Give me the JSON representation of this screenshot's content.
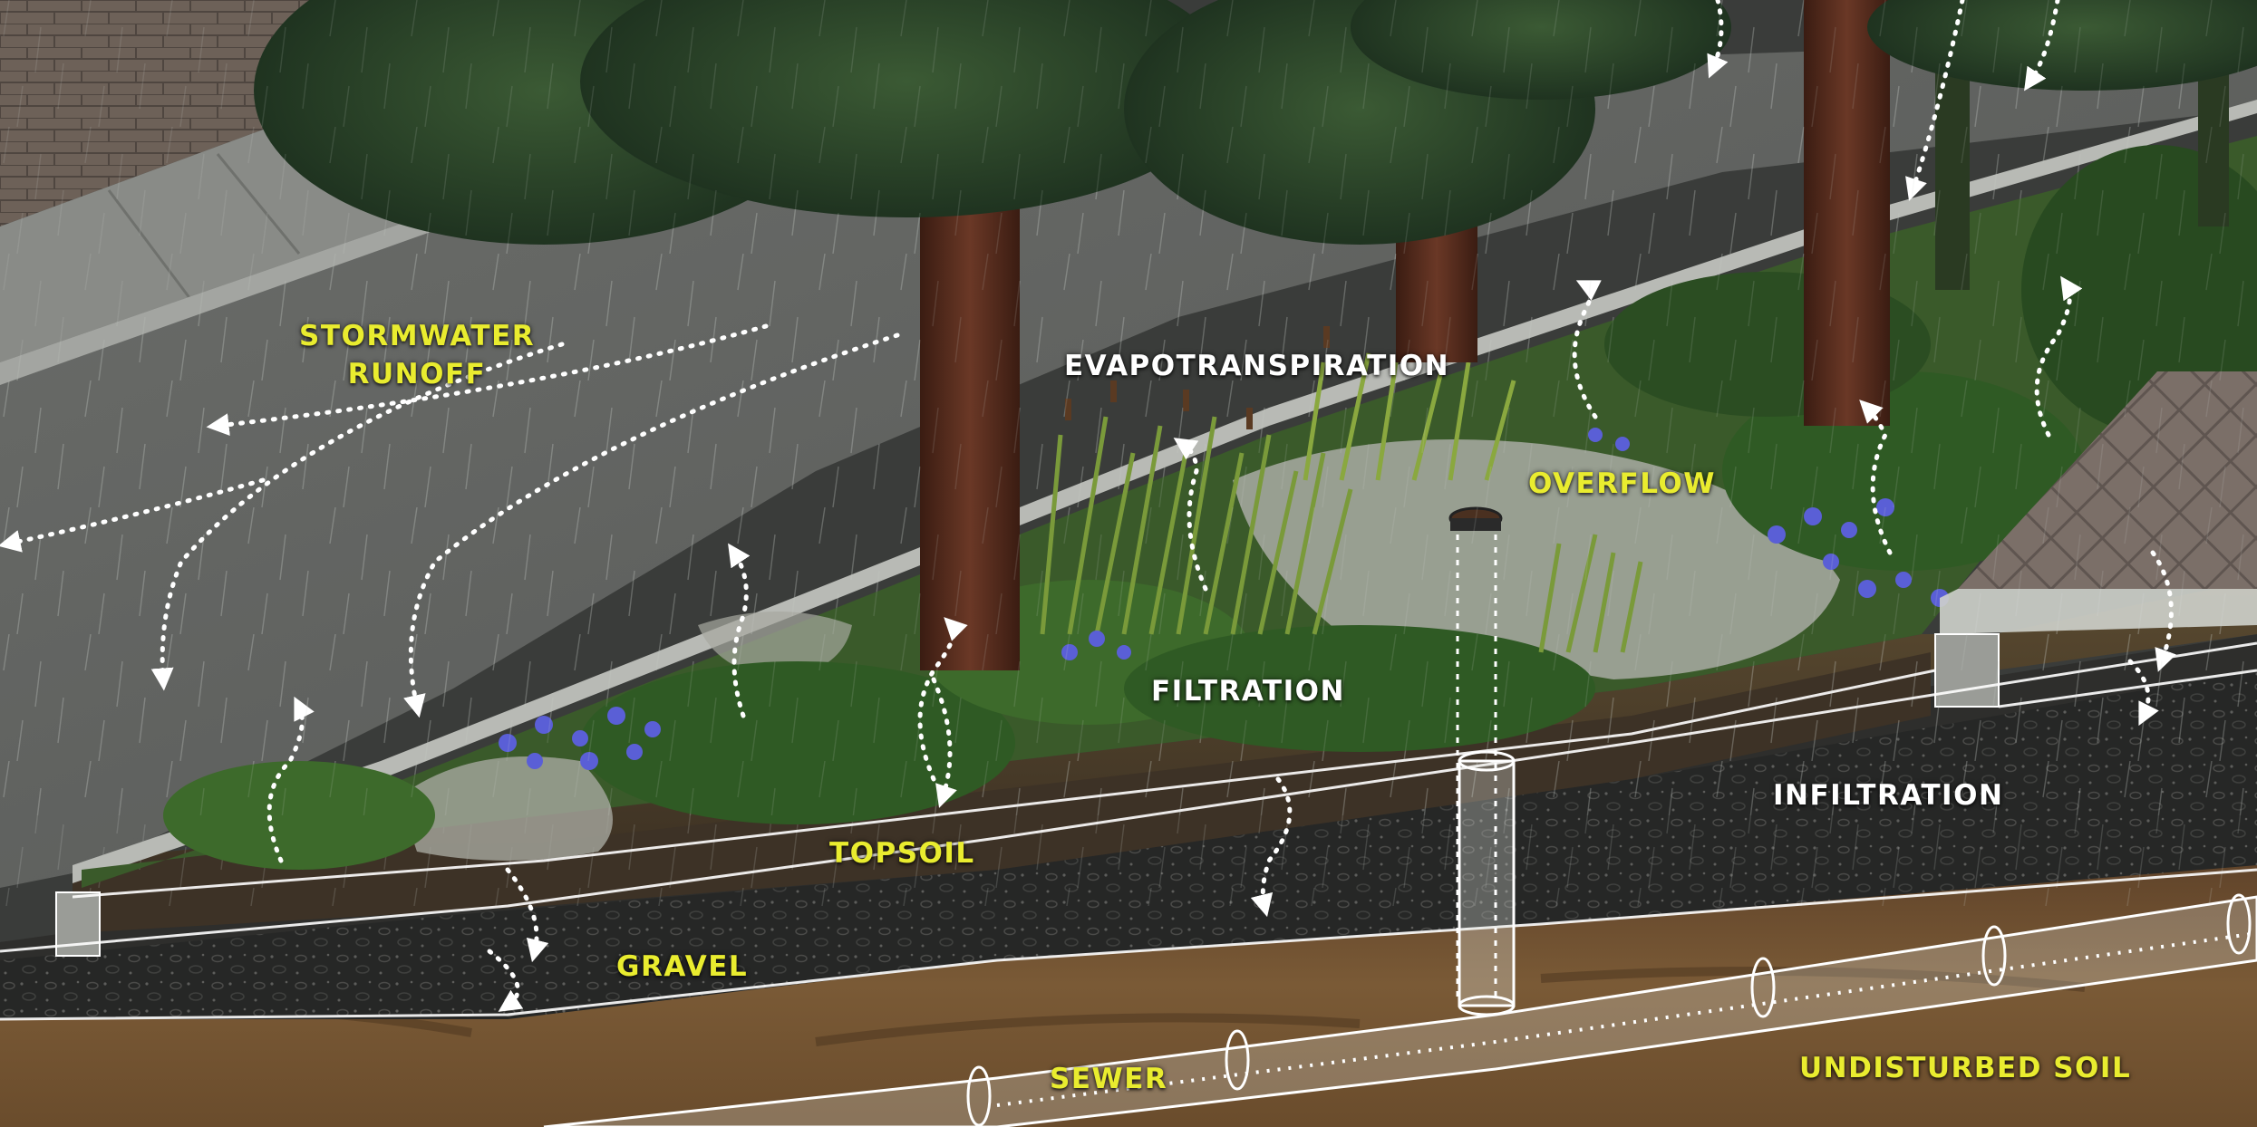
{
  "labels": {
    "stormwater_runoff_line1": "STORMWATER",
    "stormwater_runoff_line2": "RUNOFF",
    "evapotranspiration": "EVAPOTRANSPIRATION",
    "overflow": "OVERFLOW",
    "filtration": "FILTRATION",
    "infiltration": "INFILTRATION",
    "topsoil": "TOPSOIL",
    "gravel": "GRAVEL",
    "sewer": "SEWER",
    "undisturbed_soil": "UNDISTURBED SOIL"
  },
  "colors": {
    "label_yellow": "#e9ec2f",
    "label_white": "#ffffff",
    "asphalt": "#5e605e",
    "sidewalk": "#8a8c88",
    "brick_wall": "#6b5f55",
    "planting": "#3f5e2c",
    "topsoil": "#4b4030",
    "gravel": "#2a2a2a",
    "undisturbed_soil": "#7a5a36",
    "tree_trunk": "#5a3020",
    "canopy": "#2e4a2a",
    "iris_flowers": "#5a5fd6",
    "flow_arrows": "#ffffff"
  }
}
